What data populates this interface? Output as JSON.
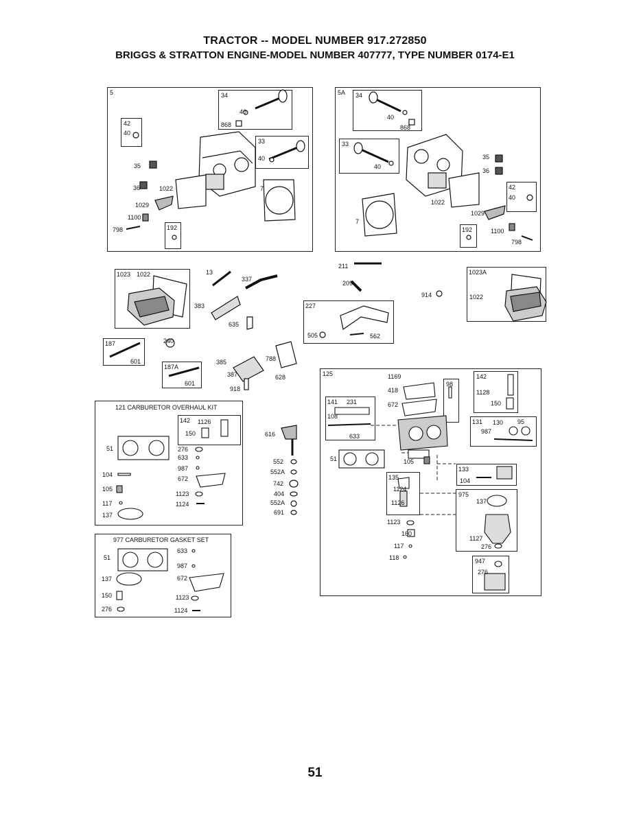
{
  "header": {
    "title": "TRACTOR -- MODEL NUMBER 917.272850",
    "subtitle": "BRIGGS & STRATTON ENGINE-MODEL NUMBER 407777, TYPE NUMBER 0174-E1"
  },
  "page_number": "51",
  "kits": {
    "overhaul": "121 CARBURETOR OVERHAUL KIT",
    "gasket": "977 CARBURETOR GASKET SET"
  },
  "p": {
    "a5": "5",
    "a34": "34",
    "a40a": "40",
    "a868": "868",
    "a42": "42",
    "a40b": "40",
    "a33": "33",
    "a40c": "40",
    "a35": "35",
    "a36": "36",
    "a1022": "1022",
    "a7": "7",
    "a1029": "1029",
    "a1100": "1100",
    "a798": "798",
    "a192": "192",
    "b5A": "5A",
    "b34": "34",
    "b40a": "40",
    "b868": "868",
    "b33": "33",
    "b40b": "40",
    "b35": "35",
    "b36": "36",
    "b42": "42",
    "b40c": "40",
    "b1022": "1022",
    "b1029": "1029",
    "b7": "7",
    "b192": "192",
    "b1100": "1100",
    "b798": "798",
    "c1023": "1023",
    "c1022": "1022",
    "c13": "13",
    "c337": "337",
    "c383": "383",
    "c635": "635",
    "c211": "211",
    "c209": "209",
    "c914": "914",
    "c1023A": "1023A",
    "c1022b": "1022",
    "c227": "227",
    "c505": "505",
    "c562": "562",
    "d187": "187",
    "d601": "601",
    "d240": "240",
    "d187A": "187A",
    "d601b": "601",
    "d385": "385",
    "d387": "387",
    "d788": "788",
    "d628": "628",
    "d918": "918",
    "e142": "142",
    "e1126": "1126",
    "e150": "150",
    "e51": "51",
    "e276": "276",
    "e633": "633",
    "e987": "987",
    "e104": "104",
    "e672": "672",
    "e105": "105",
    "e1123": "1123",
    "e117": "117",
    "e1124": "1124",
    "e137": "137",
    "f51": "51",
    "f633": "633",
    "f987": "987",
    "f137": "137",
    "f672": "672",
    "f150": "150",
    "f1123": "1123",
    "f276": "276",
    "f1124": "1124",
    "g616": "616",
    "g552": "552",
    "g552A": "552A",
    "g742": "742",
    "g404": "404",
    "g552Ab": "552A",
    "g691": "691",
    "h125": "125",
    "h1169": "1169",
    "h418": "418",
    "h672": "672",
    "h98": "98",
    "h142": "142",
    "h1128": "1128",
    "h150": "150",
    "h141": "141",
    "h231": "231",
    "h108": "108",
    "h633": "633",
    "h131": "131",
    "h130": "130",
    "h95": "95",
    "h987": "987",
    "h51": "51",
    "h105": "105",
    "h133": "133",
    "h104": "104",
    "h135": "135",
    "h1124": "1124",
    "h1126": "1126",
    "h975": "975",
    "h137": "137",
    "h1123": "1123",
    "h160": "160",
    "h117": "117",
    "h118": "118",
    "h1127": "1127",
    "h276": "276",
    "h947": "947",
    "h276b": "276"
  }
}
